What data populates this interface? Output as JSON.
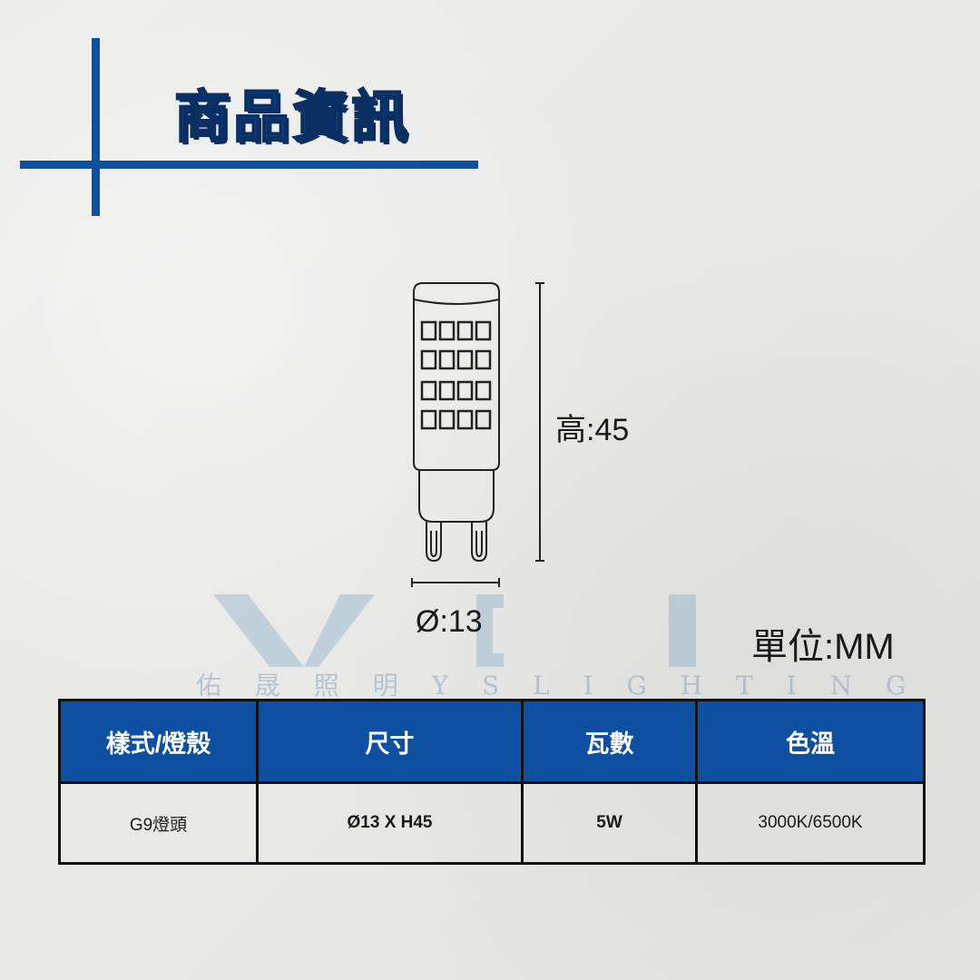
{
  "title": "商品資訊",
  "drawing": {
    "height_label": "高:45",
    "diameter_label": "Ø:13",
    "unit_label": "單位:MM"
  },
  "watermark": {
    "text": "佑 晟 照 明 Y S L I G H T I N G"
  },
  "colors": {
    "brand_blue": "#0d4fa0",
    "background": "#e9e9e7"
  },
  "table": {
    "headers": [
      "樣式/燈殼",
      "尺寸",
      "瓦數",
      "色溫"
    ],
    "row": [
      "G9燈頭",
      "Ø13 X H45",
      "5W",
      "3000K/6500K"
    ]
  }
}
